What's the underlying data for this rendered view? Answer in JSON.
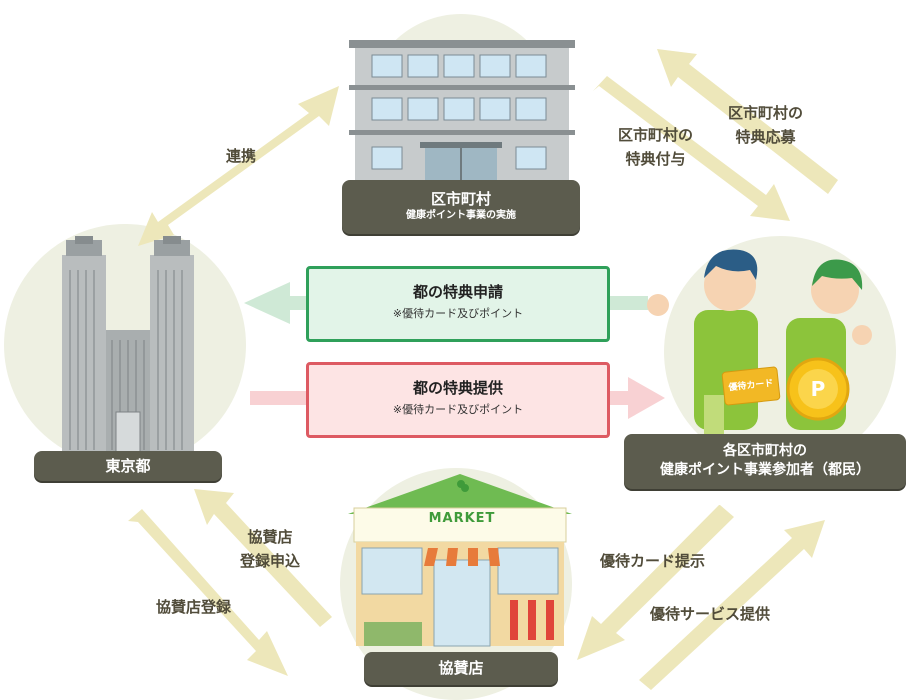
{
  "municipality": {
    "title": "区市町村",
    "subtitle": "健康ポイント事業の実施"
  },
  "tokyo": {
    "title": "東京都"
  },
  "participants": {
    "line1": "各区市町村の",
    "line2": "健康ポイント事業参加者（都民）"
  },
  "store": {
    "title": "協賛店",
    "sign": "MARKET"
  },
  "center": {
    "apply": {
      "title": "都の特典申請",
      "subtitle": "※優待カード及びポイント"
    },
    "provide": {
      "title": "都の特典提供",
      "subtitle": "※優待カード及びポイント"
    }
  },
  "flows": {
    "renkei": "連携",
    "tokuten_fuyo": [
      "区市町村の",
      "特典付与"
    ],
    "tokuten_obo": [
      "区市町村の",
      "特典応募"
    ],
    "store_apply": [
      "協賛店",
      "登録申込"
    ],
    "store_register": "協賛店登録",
    "card_present": "優待カード提示",
    "service_provide": "優待サービス提供"
  },
  "illustration": {
    "card_label": "優待カード",
    "point_label": "P"
  },
  "colors": {
    "arrow_khaki": "#ede7ba",
    "label_dark": "#5c5c4e",
    "green_border": "#2fa05a",
    "green_bg": "#e2f4e8",
    "green_arrow": "#cfe9d6",
    "red_border": "#dd5a62",
    "red_bg": "#fde4e4",
    "red_arrow": "#f8d1d3",
    "circle_bg": "#eef0e2"
  }
}
